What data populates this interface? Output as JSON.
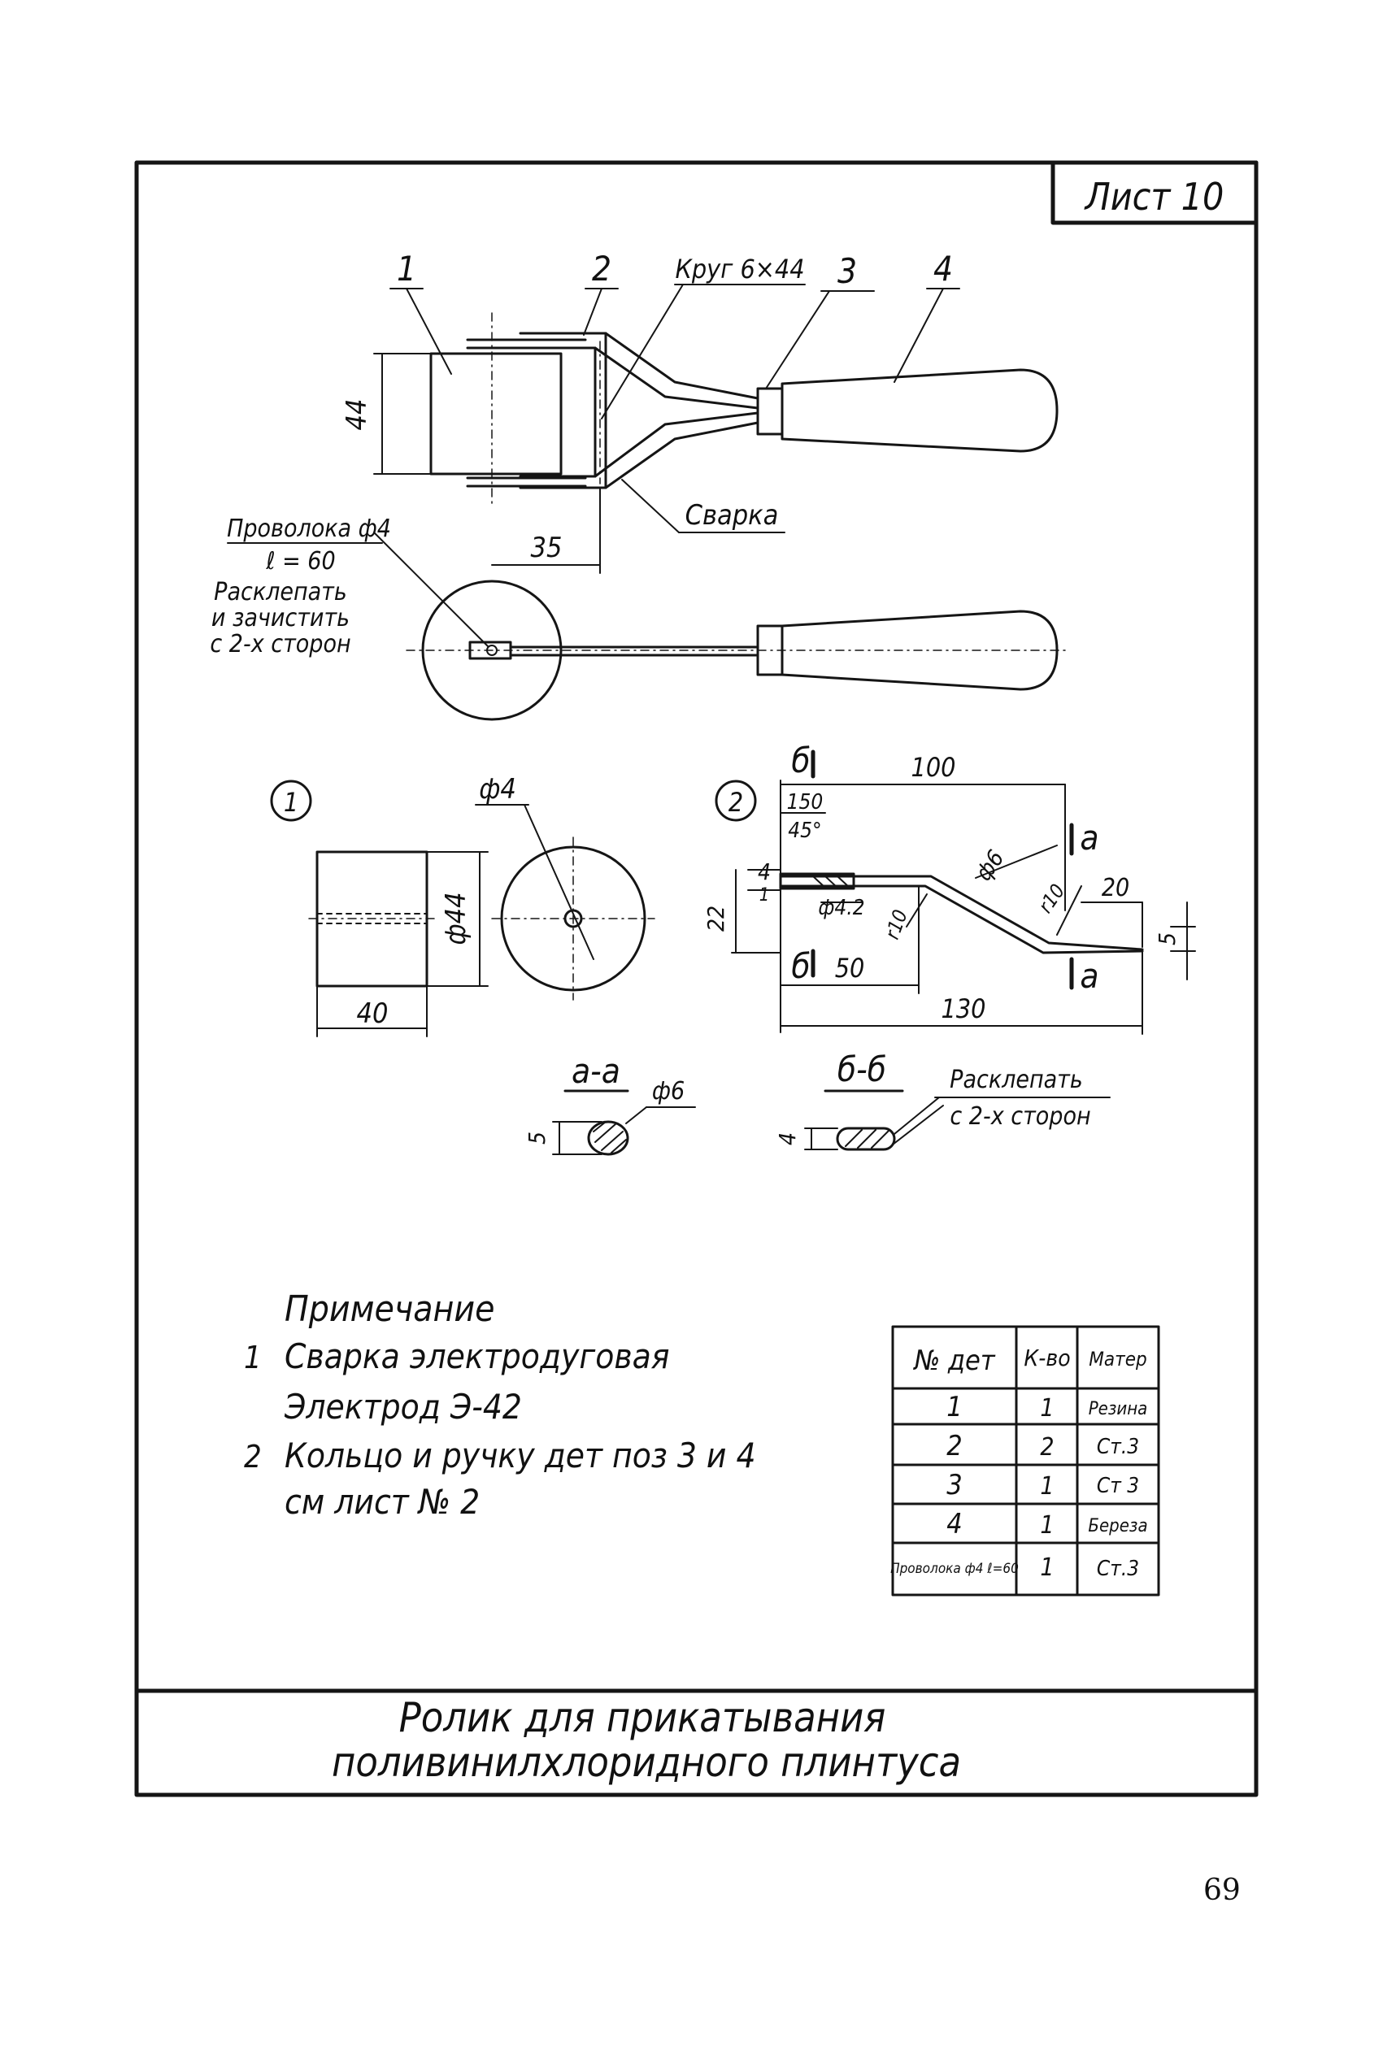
{
  "sheet_label": "Лист 10",
  "main_view": {
    "position_labels": [
      "1",
      "2",
      "Круг 6×44",
      "3",
      "4"
    ],
    "dim_height": "44",
    "dim_width": "35",
    "weld_label": "Сварка"
  },
  "wire_note": [
    "Проволока ф4",
    "ℓ = 60",
    "Расклепать",
    "и зачистить",
    "с 2-х сторон"
  ],
  "detail1": {
    "circle_label": "1",
    "dim_diam": "ф44",
    "dim_width": "40",
    "dim_hole": "ф4"
  },
  "detail2": {
    "circle_label": "2",
    "section_b_top": "б",
    "section_b_bottom": "б",
    "section_a_top": "а",
    "section_a_bottom": "а",
    "dim_100": "100",
    "dim_150": "150",
    "dim_45": "45°",
    "dim_4": "4",
    "dim_1": "1",
    "dim_22": "22",
    "dim_phi42": "ф4.2",
    "dim_r10_left": "r10",
    "dim_phi6": "ф6",
    "dim_r10_right": "r10",
    "dim_20": "20",
    "dim_5": "5",
    "dim_50": "50",
    "dim_130": "130"
  },
  "section_aa": {
    "title": "а-а",
    "dim_thickness": "5",
    "dim_diam": "ф6"
  },
  "section_bb": {
    "title": "б-б",
    "dim_thickness": "4",
    "note_line1": "Расклепать",
    "note_line2": "с 2-х сторон"
  },
  "notes": {
    "title": "Примечание",
    "items": [
      {
        "num": "1",
        "text": "Сварка электродуговая"
      },
      {
        "num": "",
        "text": "Электрод Э-42"
      },
      {
        "num": "2",
        "text": "Кольцо и ручку дет поз 3 и 4"
      },
      {
        "num": "",
        "text": "см лист № 2"
      }
    ]
  },
  "parts_table": {
    "headers": [
      "№ дет",
      "К-во",
      "Матер"
    ],
    "rows": [
      {
        "det": "1",
        "qty": "1",
        "material": "Резина"
      },
      {
        "det": "2",
        "qty": "2",
        "material": "Ст.3"
      },
      {
        "det": "3",
        "qty": "1",
        "material": "Ст 3"
      },
      {
        "det": "4",
        "qty": "1",
        "material": "Береза"
      },
      {
        "det": "Проволока ф4 ℓ=60",
        "qty": "1",
        "material": "Ст.3"
      }
    ]
  },
  "title_block": {
    "line1": "Ролик для прикатывания",
    "line2": "поливинилхлоридного плинтуса"
  },
  "page_number": "69"
}
